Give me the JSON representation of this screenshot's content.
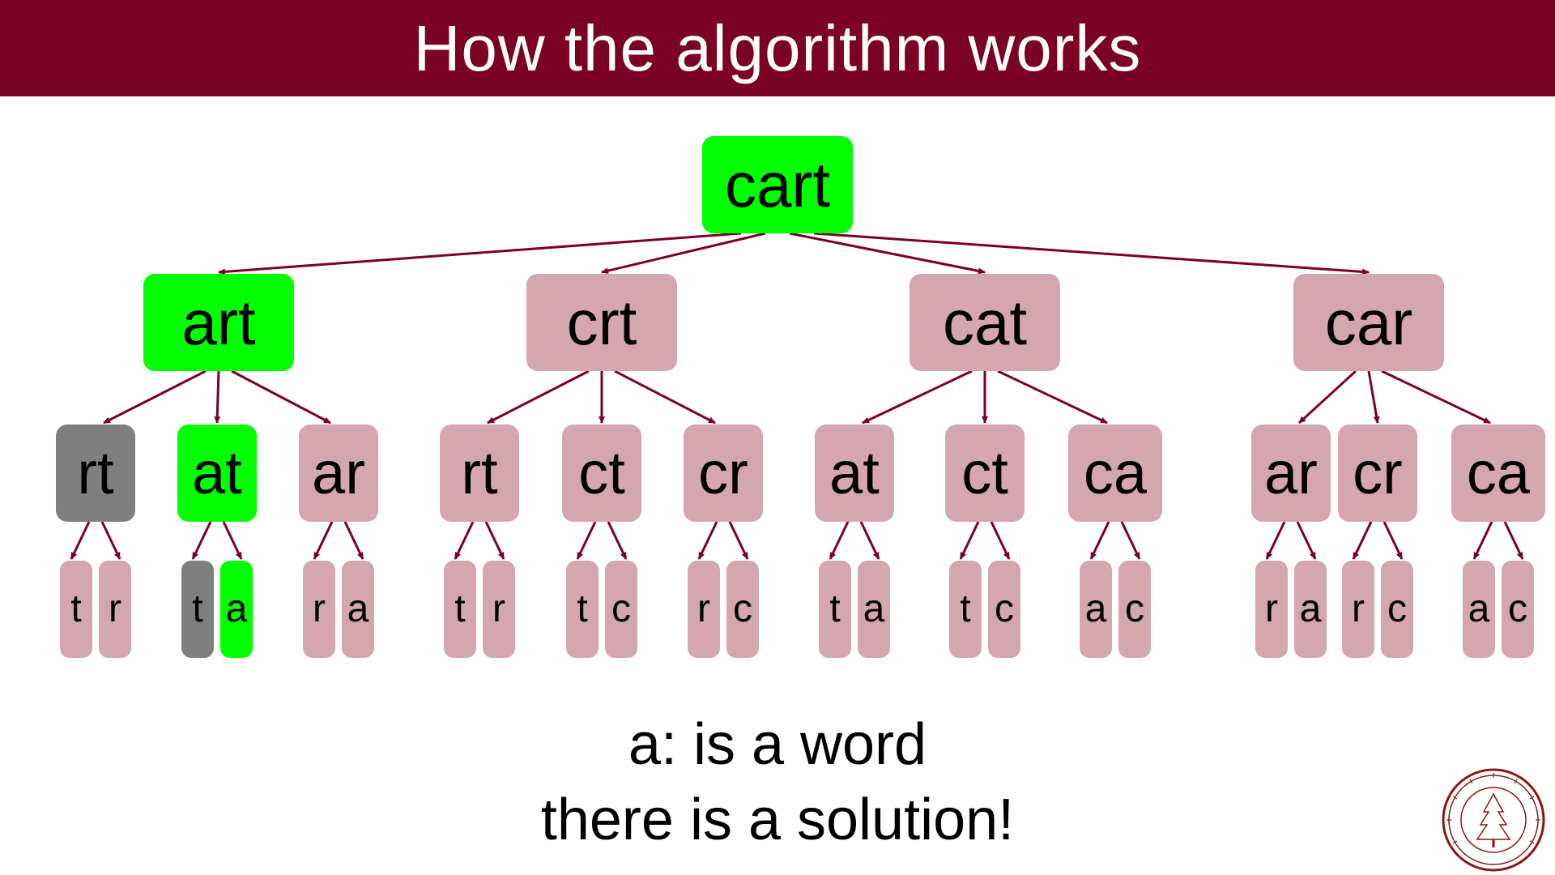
{
  "title": "How the algorithm works",
  "colors": {
    "title_bar": "#7a0026",
    "found": "#00ff00",
    "dead_end": "#7f7f7f",
    "unexplored": "#d4a6b0",
    "arrow": "#7a0026"
  },
  "tree": {
    "label": "cart",
    "status": "found",
    "children": [
      {
        "label": "art",
        "status": "found",
        "children": [
          {
            "label": "rt",
            "status": "dead_end",
            "children": [
              {
                "label": "t",
                "status": "unexplored"
              },
              {
                "label": "r",
                "status": "unexplored"
              }
            ]
          },
          {
            "label": "at",
            "status": "found",
            "children": [
              {
                "label": "t",
                "status": "dead_end"
              },
              {
                "label": "a",
                "status": "found"
              }
            ]
          },
          {
            "label": "ar",
            "status": "unexplored",
            "children": [
              {
                "label": "r",
                "status": "unexplored"
              },
              {
                "label": "a",
                "status": "unexplored"
              }
            ]
          }
        ]
      },
      {
        "label": "crt",
        "status": "unexplored",
        "children": [
          {
            "label": "rt",
            "status": "unexplored",
            "children": [
              {
                "label": "t",
                "status": "unexplored"
              },
              {
                "label": "r",
                "status": "unexplored"
              }
            ]
          },
          {
            "label": "ct",
            "status": "unexplored",
            "children": [
              {
                "label": "t",
                "status": "unexplored"
              },
              {
                "label": "c",
                "status": "unexplored"
              }
            ]
          },
          {
            "label": "cr",
            "status": "unexplored",
            "children": [
              {
                "label": "r",
                "status": "unexplored"
              },
              {
                "label": "c",
                "status": "unexplored"
              }
            ]
          }
        ]
      },
      {
        "label": "cat",
        "status": "unexplored",
        "children": [
          {
            "label": "at",
            "status": "unexplored",
            "children": [
              {
                "label": "t",
                "status": "unexplored"
              },
              {
                "label": "a",
                "status": "unexplored"
              }
            ]
          },
          {
            "label": "ct",
            "status": "unexplored",
            "children": [
              {
                "label": "t",
                "status": "unexplored"
              },
              {
                "label": "c",
                "status": "unexplored"
              }
            ]
          },
          {
            "label": "ca",
            "status": "unexplored",
            "children": [
              {
                "label": "a",
                "status": "unexplored"
              },
              {
                "label": "c",
                "status": "unexplored"
              }
            ]
          }
        ]
      },
      {
        "label": "car",
        "status": "unexplored",
        "children": [
          {
            "label": "ar",
            "status": "unexplored",
            "children": [
              {
                "label": "r",
                "status": "unexplored"
              },
              {
                "label": "a",
                "status": "unexplored"
              }
            ]
          },
          {
            "label": "cr",
            "status": "unexplored",
            "children": [
              {
                "label": "r",
                "status": "unexplored"
              },
              {
                "label": "c",
                "status": "unexplored"
              }
            ]
          },
          {
            "label": "ca",
            "status": "unexplored",
            "children": [
              {
                "label": "a",
                "status": "unexplored"
              },
              {
                "label": "c",
                "status": "unexplored"
              }
            ]
          }
        ]
      }
    ]
  },
  "caption": {
    "line1": "a: is a word",
    "line2": "there is a solution!"
  },
  "seal": {
    "icon": "university-seal-icon"
  }
}
